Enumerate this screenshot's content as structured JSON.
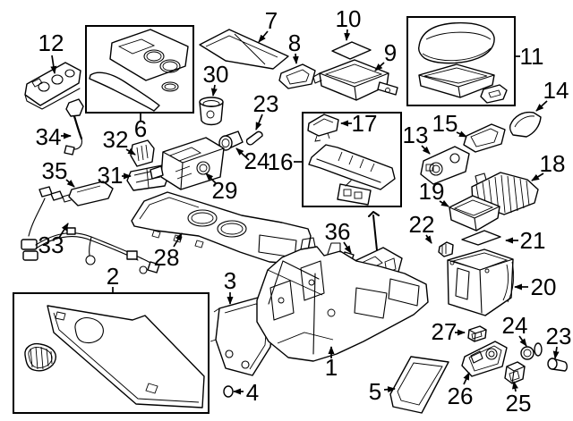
{
  "colors": {
    "background": "#ffffff",
    "line": "#000000"
  },
  "callouts": [
    {
      "label": "12"
    },
    {
      "label": "6"
    },
    {
      "label": "34"
    },
    {
      "label": "32"
    },
    {
      "label": "31"
    },
    {
      "label": "35"
    },
    {
      "label": "33"
    },
    {
      "label": "2"
    },
    {
      "label": "30"
    },
    {
      "label": "7"
    },
    {
      "label": "8"
    },
    {
      "label": "23"
    },
    {
      "label": "24"
    },
    {
      "label": "16"
    },
    {
      "label": "29"
    },
    {
      "label": "28"
    },
    {
      "label": "17"
    },
    {
      "label": "10"
    },
    {
      "label": "9"
    },
    {
      "label": "11"
    },
    {
      "label": "14"
    },
    {
      "label": "15"
    },
    {
      "label": "13"
    },
    {
      "label": "18"
    },
    {
      "label": "19"
    },
    {
      "label": "22"
    },
    {
      "label": "21"
    },
    {
      "label": "20"
    },
    {
      "label": "36"
    },
    {
      "label": "3"
    },
    {
      "label": "1"
    },
    {
      "label": "4"
    },
    {
      "label": "5"
    },
    {
      "label": "27"
    },
    {
      "label": "24"
    },
    {
      "label": "23"
    },
    {
      "label": "26"
    },
    {
      "label": "25"
    }
  ]
}
